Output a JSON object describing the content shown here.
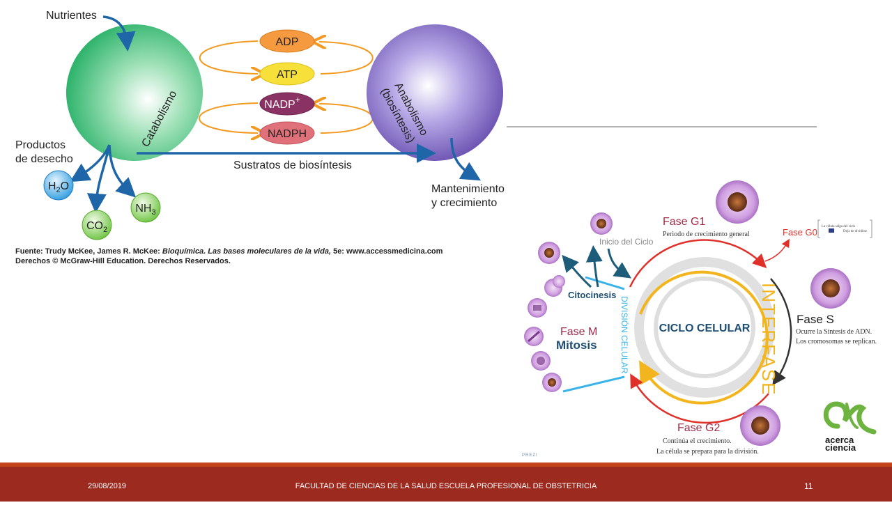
{
  "metabolism": {
    "nutrients": "Nutrientes",
    "catabolism": "Catabolismo",
    "anabolism": "Anabolismo",
    "biosynthesis": "(biosíntesis)",
    "adp": "ADP",
    "atp": "ATP",
    "nadp": "NADP",
    "nadp_sup": "+",
    "nadph": "NADPH",
    "waste_line1": "Productos",
    "waste_line2": "de desecho",
    "h2o_main": "H",
    "h2o_sub": "2",
    "h2o_tail": "O",
    "co2_main": "CO",
    "co2_sub": "2",
    "nh3_main": "NH",
    "nh3_sub": "3",
    "substrates": "Sustratos de biosíntesis",
    "maintenance_line1": "Mantenimiento",
    "maintenance_line2": "y crecimiento"
  },
  "source": {
    "prefix": "Fuente: Trudy McKee, James R. McKee: ",
    "book": "Bioquímica. Las bases moleculares de la vida,",
    "suffix": " 5e: www.accessmedicina.com",
    "rights": "Derechos © McGraw-Hill Education. Derechos Reservados."
  },
  "cycle": {
    "center": "CICLO CELULAR",
    "interphase": "INTERFASE",
    "division": "DIVISIÓN CELULAR",
    "cycle_start": "Inicio del Ciclo",
    "g1_title": "Fase G1",
    "g1_desc": "Periodo de crecimiento general",
    "g0_title": "Fase G0",
    "g0_note1": "La célula salga del ciclo",
    "g0_note2": "Deja de dividirse",
    "s_title": "Fase S",
    "s_desc1": "Ocurre la Síntesis de ADN.",
    "s_desc2": "Los cromosomas se replican.",
    "g2_title": "Fase G2",
    "g2_desc1": "Continúa el crecimiento.",
    "g2_desc2": "La célula se prepara para la división.",
    "m_title": "Fase M",
    "m_sub": "Mitosis",
    "cytokinesis": "Citocinesis",
    "prezi": "PREZI"
  },
  "logo": {
    "line1": "acerca",
    "line2": "ciencia"
  },
  "footer": {
    "date": "29/08/2019",
    "center": "FACULTAD DE CIENCIAS DE LA SALUD ESCUELA PROFESIONAL DE OBSTETRICIA",
    "page": "11"
  },
  "colors": {
    "catabolism_sphere": "#3fbf7a",
    "anabolism_sphere": "#6a4fb0",
    "arrow_blue": "#1f66a8",
    "interphase_yellow": "#f2b51d",
    "cycle_red": "#e0302a",
    "division_cyan": "#3ab4e8",
    "footer": "#9c2a1e"
  }
}
